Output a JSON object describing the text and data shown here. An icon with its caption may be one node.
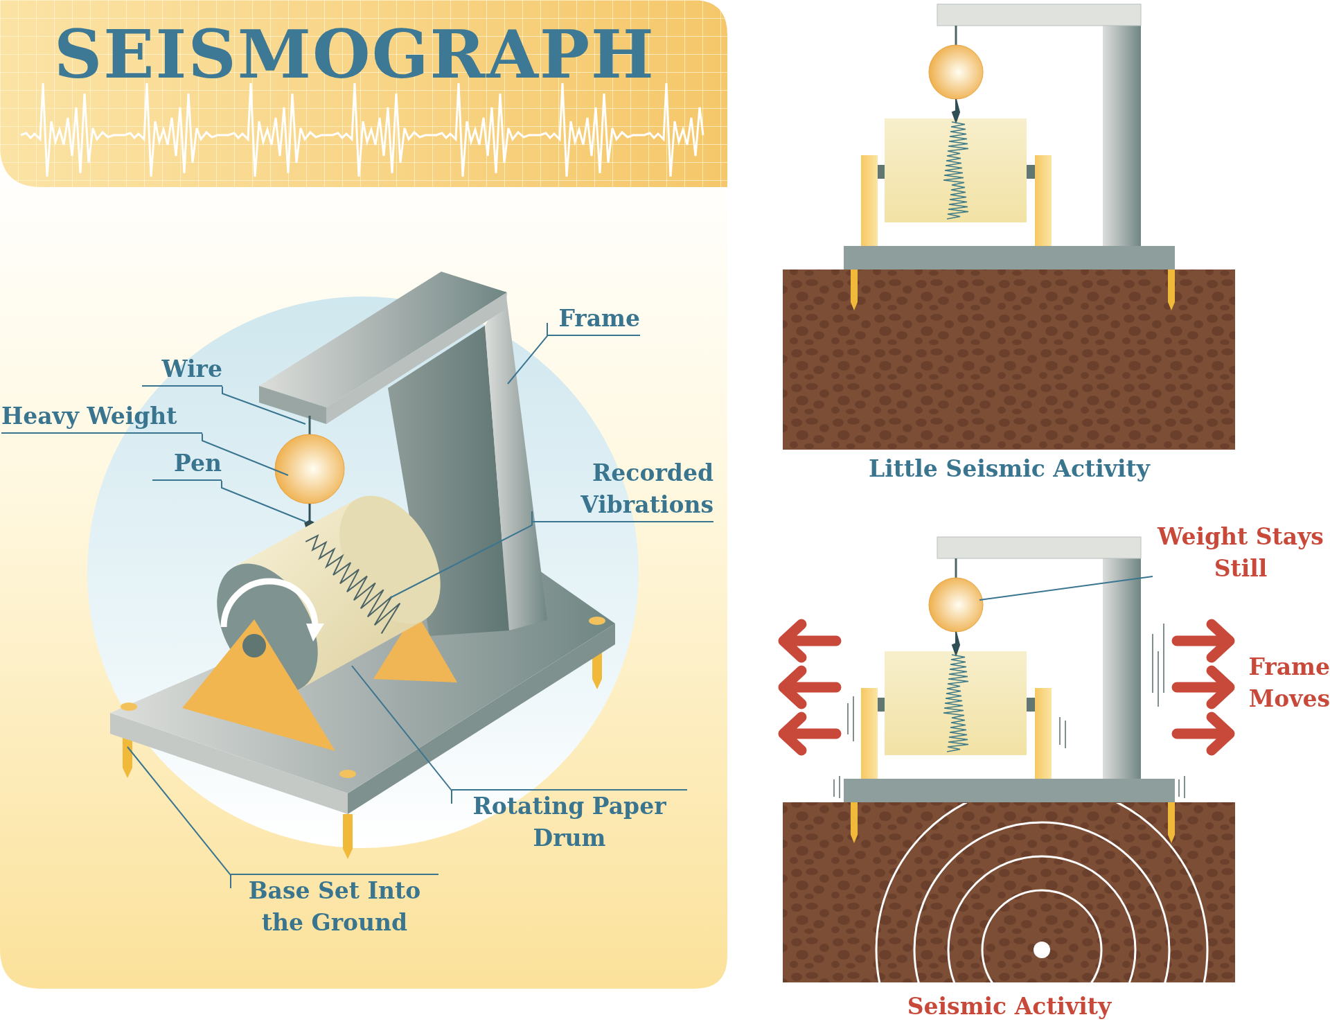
{
  "diagram": {
    "title": "SEISMOGRAPH",
    "nodes": [
      {
        "text": [
          "Wire"
        ]
      },
      {
        "text": [
          "Heavy Weight"
        ]
      },
      {
        "text": [
          "Pen"
        ]
      },
      {
        "text": [
          "Frame"
        ]
      },
      {
        "text": [
          "Recorded Vibrations"
        ]
      },
      {
        "text": [
          "Rotating Paper Drum"
        ]
      },
      {
        "text": [
          "Base Set Into the Ground"
        ]
      },
      {
        "text": [
          "Weight Stays Still"
        ]
      }
    ],
    "edges": [
      {
        "from": 0,
        "to": null,
        "arrow": "none"
      },
      {
        "from": 1,
        "to": null,
        "arrow": "none"
      },
      {
        "from": 2,
        "to": null,
        "arrow": "none"
      },
      {
        "from": 3,
        "to": null,
        "arrow": "none"
      },
      {
        "from": 4,
        "to": null,
        "arrow": "none"
      },
      {
        "from": 5,
        "to": null,
        "arrow": "none"
      },
      {
        "from": 6,
        "to": null,
        "arrow": "none"
      },
      {
        "from": 7,
        "to": null,
        "arrow": "none"
      }
    ],
    "labels": [
      "Little Seismic Activity",
      "Frame Moves",
      "Seismic Activity"
    ]
  }
}
